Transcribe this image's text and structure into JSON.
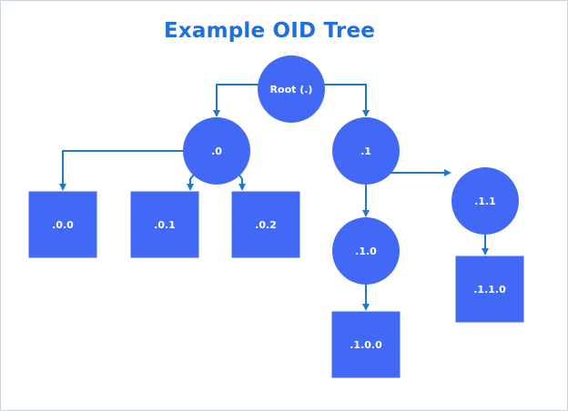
{
  "diagram": {
    "title": "Example OID Tree",
    "colors": {
      "node_fill": "#4169f5",
      "edge": "#1f78c8",
      "title": "#1f6fe0",
      "label": "#ffffff"
    },
    "nodes": [
      {
        "id": "root",
        "label": "Root (.)",
        "shape": "circle"
      },
      {
        "id": "n0",
        "label": ".0",
        "shape": "circle"
      },
      {
        "id": "n1",
        "label": ".1",
        "shape": "circle"
      },
      {
        "id": "n00",
        "label": ".0.0",
        "shape": "square"
      },
      {
        "id": "n01",
        "label": ".0.1",
        "shape": "square"
      },
      {
        "id": "n02",
        "label": ".0.2",
        "shape": "square"
      },
      {
        "id": "n10",
        "label": ".1.0",
        "shape": "circle"
      },
      {
        "id": "n11",
        "label": ".1.1",
        "shape": "circle"
      },
      {
        "id": "n100",
        "label": ".1.0.0",
        "shape": "square"
      },
      {
        "id": "n110",
        "label": ".1.1.0",
        "shape": "square"
      }
    ],
    "edges": [
      {
        "from": "root",
        "to": "n0"
      },
      {
        "from": "root",
        "to": "n1"
      },
      {
        "from": "n0",
        "to": "n00"
      },
      {
        "from": "n0",
        "to": "n01"
      },
      {
        "from": "n0",
        "to": "n02"
      },
      {
        "from": "n1",
        "to": "n10"
      },
      {
        "from": "n1",
        "to": "n11"
      },
      {
        "from": "n10",
        "to": "n100"
      },
      {
        "from": "n11",
        "to": "n110"
      }
    ]
  }
}
